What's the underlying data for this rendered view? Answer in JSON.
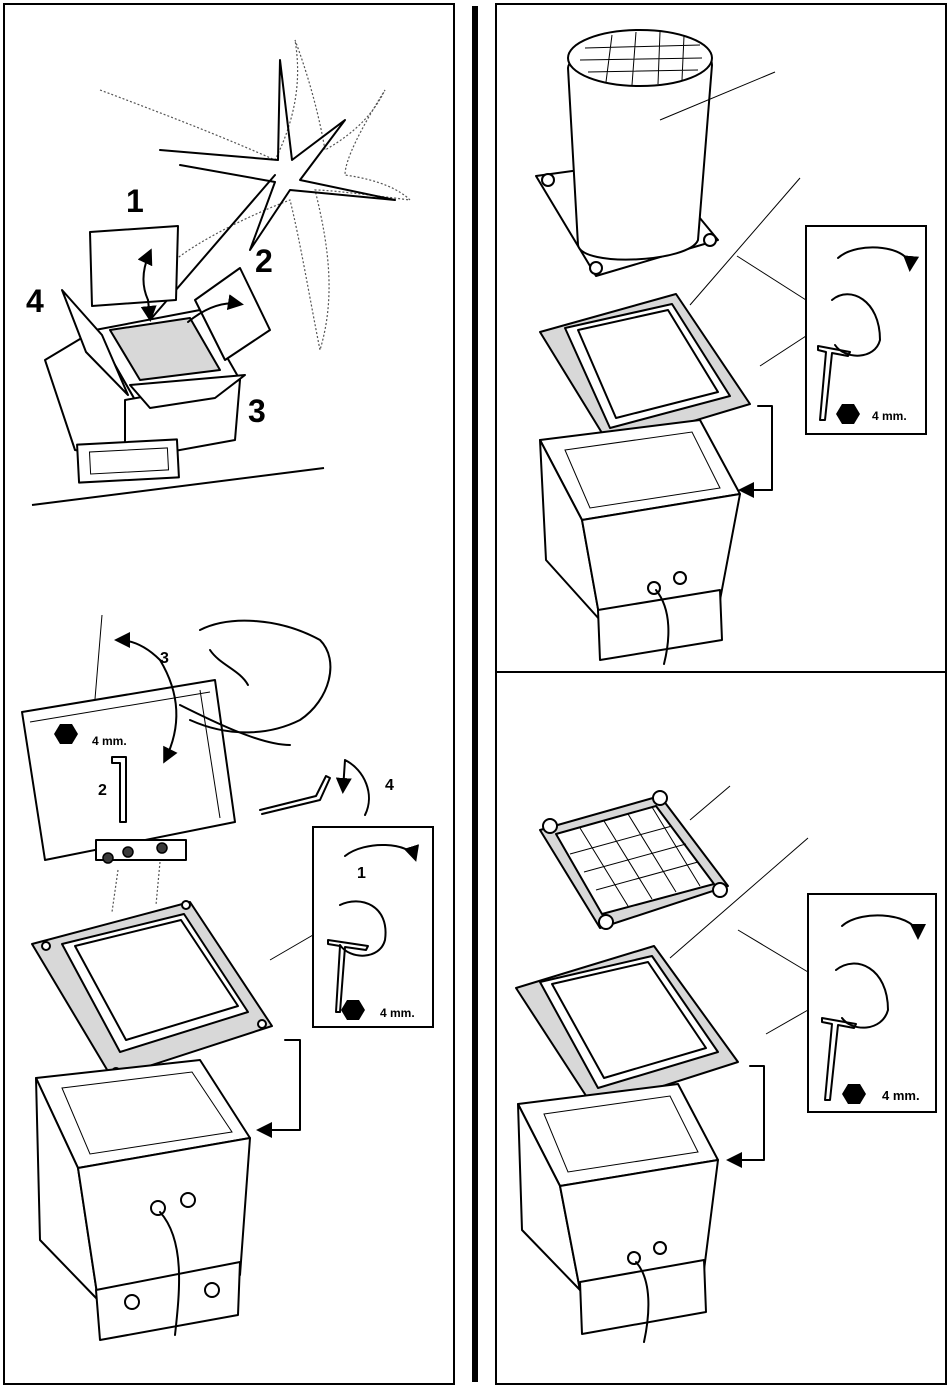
{
  "panels": {
    "top_left": {
      "labels": [
        "1",
        "2",
        "3",
        "4"
      ]
    },
    "bottom_left": {
      "step_labels": [
        "1",
        "2",
        "3",
        "4"
      ],
      "hex_key_size": "4 mm.",
      "inset_hex_key_size": "4 mm."
    },
    "top_right": {
      "inset_hex_key_size": "4 mm."
    },
    "bottom_right": {
      "inset_hex_key_size": "4 mm."
    }
  },
  "icons": [
    "hex-key-icon",
    "rotation-arrow-icon",
    "star-burst-icon"
  ]
}
